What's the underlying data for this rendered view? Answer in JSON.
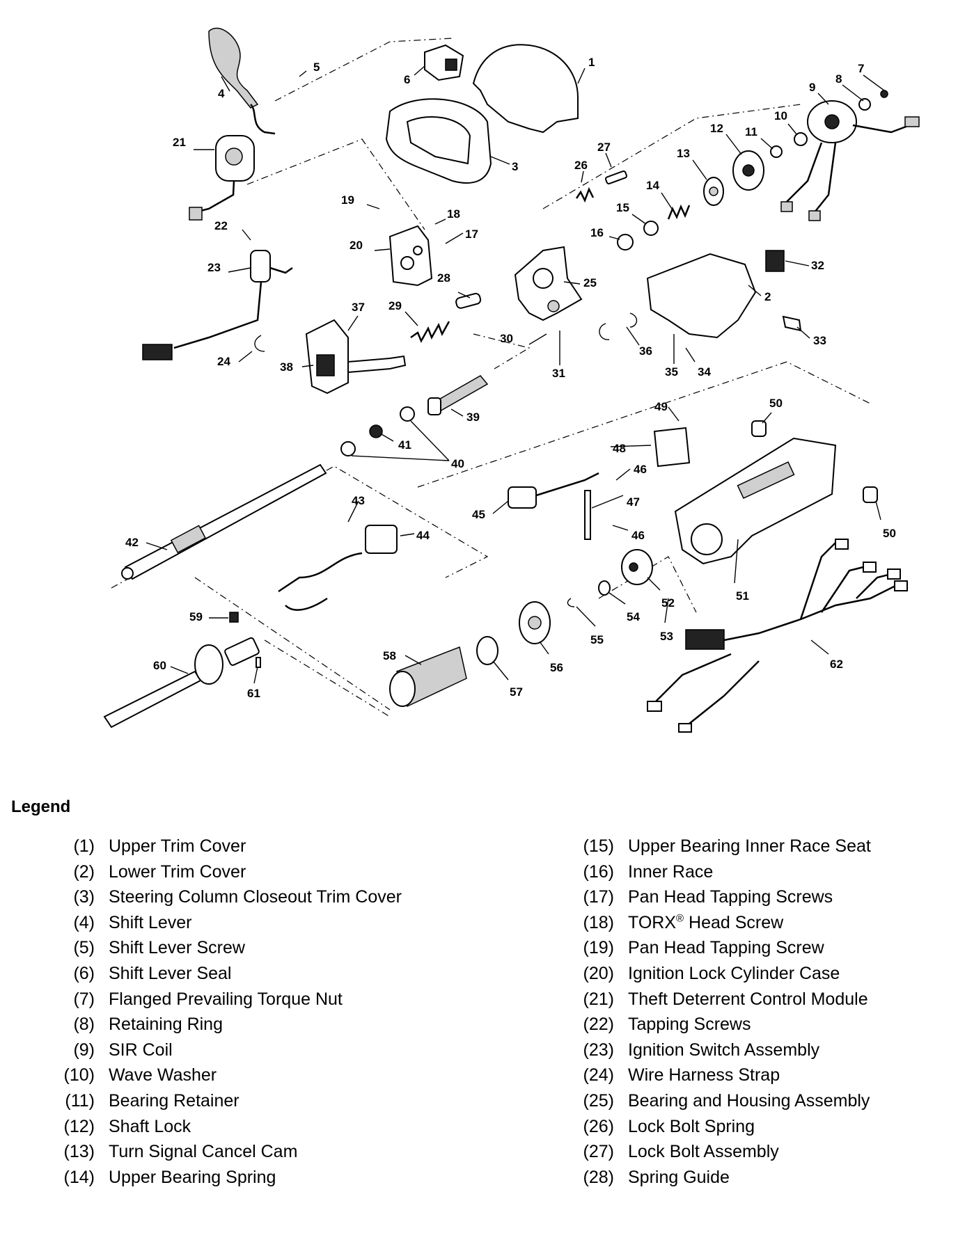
{
  "legend": {
    "title": "Legend",
    "left": [
      {
        "num": "(1)",
        "name": "Upper Trim Cover"
      },
      {
        "num": "(2)",
        "name": "Lower Trim Cover"
      },
      {
        "num": "(3)",
        "name": "Steering Column Closeout Trim Cover"
      },
      {
        "num": "(4)",
        "name": "Shift Lever"
      },
      {
        "num": "(5)",
        "name": "Shift Lever Screw"
      },
      {
        "num": "(6)",
        "name": "Shift Lever Seal"
      },
      {
        "num": "(7)",
        "name": "Flanged Prevailing Torque Nut"
      },
      {
        "num": "(8)",
        "name": "Retaining Ring"
      },
      {
        "num": "(9)",
        "name": "SIR Coil"
      },
      {
        "num": "(10)",
        "name": "Wave Washer"
      },
      {
        "num": "(11)",
        "name": "Bearing Retainer"
      },
      {
        "num": "(12)",
        "name": "Shaft Lock"
      },
      {
        "num": "(13)",
        "name": "Turn Signal Cancel Cam"
      },
      {
        "num": "(14)",
        "name": "Upper Bearing Spring"
      }
    ],
    "right": [
      {
        "num": "(15)",
        "name": "Upper Bearing Inner Race Seat"
      },
      {
        "num": "(16)",
        "name": "Inner Race"
      },
      {
        "num": "(17)",
        "name": "Pan Head Tapping Screws"
      },
      {
        "num": "(18)",
        "name": "TORX",
        "sup": "®",
        "name_after": " Head Screw"
      },
      {
        "num": "(19)",
        "name": "Pan Head Tapping Screw"
      },
      {
        "num": "(20)",
        "name": "Ignition Lock Cylinder Case"
      },
      {
        "num": "(21)",
        "name": "Theft Deterrent Control Module"
      },
      {
        "num": "(22)",
        "name": "Tapping Screws"
      },
      {
        "num": "(23)",
        "name": "Ignition Switch Assembly"
      },
      {
        "num": "(24)",
        "name": "Wire Harness Strap"
      },
      {
        "num": "(25)",
        "name": "Bearing and Housing Assembly"
      },
      {
        "num": "(26)",
        "name": "Lock Bolt Spring"
      },
      {
        "num": "(27)",
        "name": "Lock Bolt Assembly"
      },
      {
        "num": "(28)",
        "name": "Spring Guide"
      }
    ]
  },
  "callouts": [
    "1",
    "2",
    "3",
    "4",
    "5",
    "6",
    "7",
    "8",
    "9",
    "10",
    "11",
    "12",
    "13",
    "14",
    "15",
    "16",
    "17",
    "18",
    "19",
    "20",
    "21",
    "22",
    "23",
    "24",
    "25",
    "26",
    "27",
    "28",
    "29",
    "30",
    "31",
    "32",
    "33",
    "34",
    "35",
    "36",
    "37",
    "38",
    "39",
    "40",
    "41",
    "42",
    "43",
    "44",
    "45",
    "46",
    "46",
    "47",
    "48",
    "49",
    "50",
    "50",
    "51",
    "52",
    "53",
    "54",
    "55",
    "56",
    "57",
    "58",
    "59",
    "60",
    "61",
    "62"
  ]
}
